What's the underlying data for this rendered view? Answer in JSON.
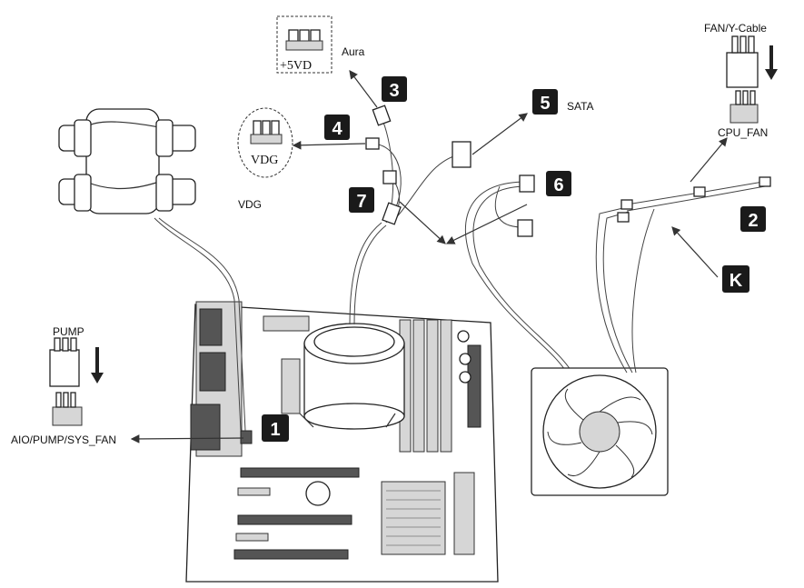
{
  "labels": {
    "aura": "Aura",
    "sata": "SATA",
    "vdg_inline": "VDG",
    "vdg_header": "VDG",
    "five_vd": "+5VD",
    "fan_y_cable": "FAN/Y-Cable",
    "cpu_fan": "CPU_FAN",
    "pump": "PUMP",
    "aio_pump_sys_fan": "AIO/PUMP/SYS_FAN"
  },
  "badges": {
    "b1": "1",
    "b2": "2",
    "b3": "3",
    "b4": "4",
    "b5": "5",
    "b6": "6",
    "b7": "7",
    "bk": "K"
  },
  "colors": {
    "badge": "#1a1a1a",
    "line": "#333333"
  }
}
